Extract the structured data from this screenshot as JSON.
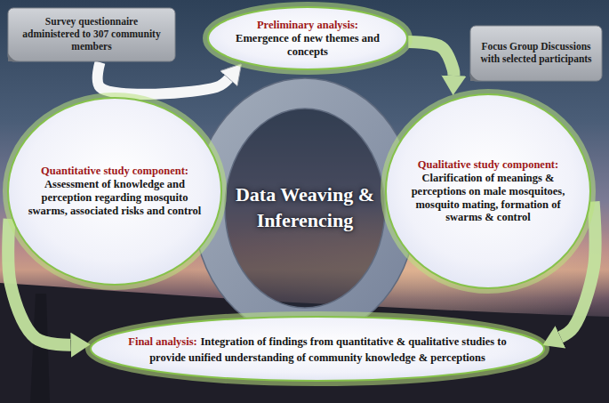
{
  "diagram": {
    "nodes": [
      {
        "text": [
          "Survey questionnaire administered to 307 community members"
        ]
      },
      {
        "text": [
          "Preliminary analysis:",
          "Emergence of new themes and concepts"
        ]
      },
      {
        "text": [
          "Focus Group Discussions with selected participants"
        ]
      },
      {
        "text": [
          "Quantitative study component:",
          "Assessment of knowledge and perception regarding mosquito swarms, associated risks and control"
        ]
      },
      {
        "text": [
          "Data Weaving & Inferencing"
        ]
      },
      {
        "text": [
          "Qualitative study component:",
          "Clarification of meanings & perceptions on male mosquitoes, mosquito mating, formation of swarms & control"
        ]
      },
      {
        "text": [
          "Final analysis:",
          "Integration of findings from quantitative & qualitative studies to provide unified understanding of community knowledge & perceptions"
        ]
      }
    ],
    "edges": [
      {
        "from": 0,
        "to": 1,
        "arrow": "to"
      },
      {
        "from": 1,
        "to": 5,
        "arrow": "to"
      },
      {
        "from": 3,
        "to": 6,
        "arrow": "to"
      },
      {
        "from": 5,
        "to": 6,
        "arrow": "to"
      }
    ]
  }
}
